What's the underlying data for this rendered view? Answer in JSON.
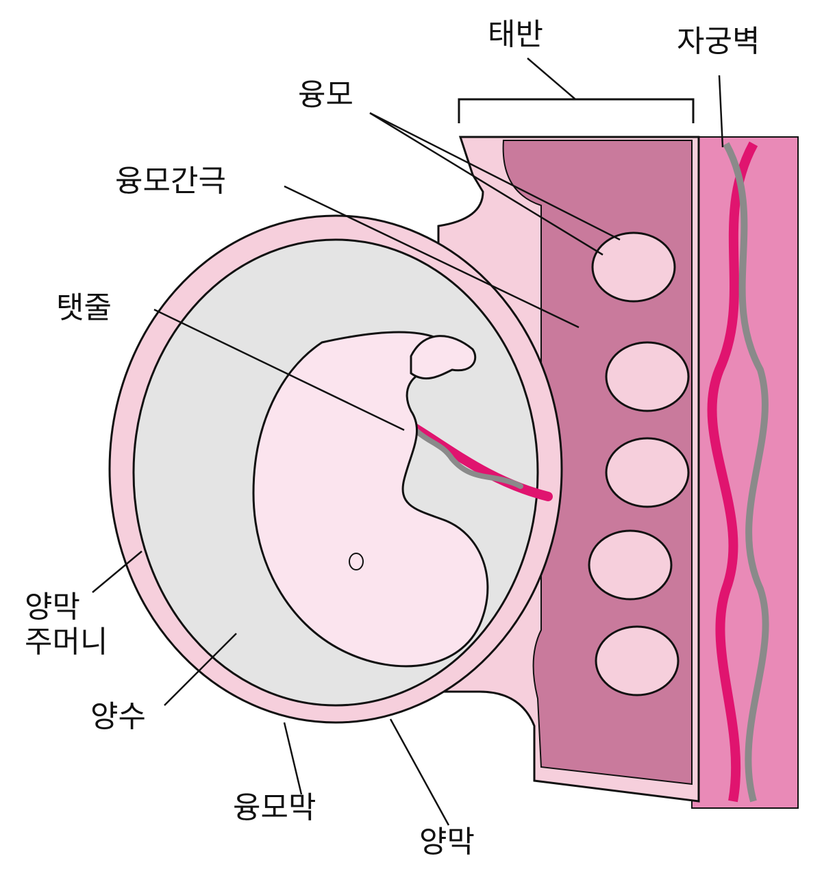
{
  "labels": {
    "placenta": "태반",
    "uterine_wall": "자궁벽",
    "chorionic_villi": "융모",
    "intervillous_space": "융모간극",
    "umbilical_cord": "탯줄",
    "amniotic_sac_line1": "양막",
    "amniotic_sac_line2": "주머니",
    "amniotic_fluid": "양수",
    "chorion": "융모막",
    "amnion": "양막"
  },
  "colors": {
    "outline": "#111111",
    "chorion_pink": "#f6cfdc",
    "amniotic_fluid_gray": "#e4e4e4",
    "embryo_pink": "#fbe4ee",
    "placenta_mauve": "#c97a9c",
    "uterine_wall_pink": "#e98ab7",
    "artery_magenta": "#e0146f",
    "vein_gray": "#8a8a8a"
  }
}
